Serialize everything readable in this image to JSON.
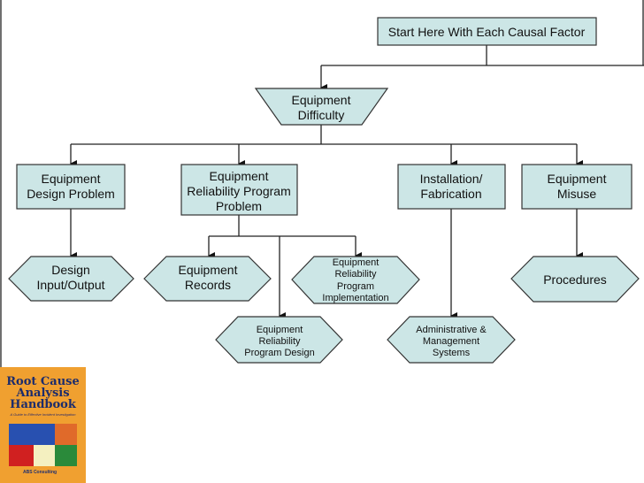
{
  "nodes": {
    "start": "Start Here With Each Causal Factor",
    "equipment_difficulty": [
      "Equipment",
      "Difficulty"
    ],
    "design_problem": [
      "Equipment",
      "Design Problem"
    ],
    "reliability_program_problem": [
      "Equipment",
      "Reliability Program",
      "Problem"
    ],
    "installation": [
      "Installation/",
      "Fabrication"
    ],
    "misuse": [
      "Equipment",
      "Misuse"
    ],
    "design_io": [
      "Design",
      "Input/Output"
    ],
    "records": [
      "Equipment",
      "Records"
    ],
    "implementation": [
      "Equipment",
      "Reliability",
      "Program",
      "Implementation"
    ],
    "program_design": [
      "Equipment",
      "Reliability",
      "Program Design"
    ],
    "admin": [
      "Administrative &",
      "Management",
      "Systems"
    ],
    "procedures": "Procedures"
  },
  "book": {
    "title": [
      "Root Cause",
      "Analysis",
      "Handbook"
    ],
    "subtitle": "A Guide to Effective Incident Investigation",
    "publisher": "ABS Consulting"
  },
  "colors": {
    "node_fill": "#cce6e6",
    "book_cover": "#f0a030"
  }
}
